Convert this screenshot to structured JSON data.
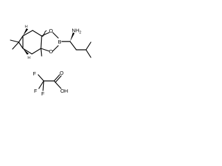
{
  "atoms": {
    "o_upper": "O",
    "o_lower": "O",
    "boron": "B",
    "amine_n": "N",
    "amine_h": "H",
    "amine_sub": "2",
    "fluorines": [
      "F",
      "F",
      "F"
    ],
    "carbonyl_o": "O",
    "acid_oh": "OH"
  },
  "stereo_marks": {
    "h1": "H",
    "h2": "H"
  }
}
